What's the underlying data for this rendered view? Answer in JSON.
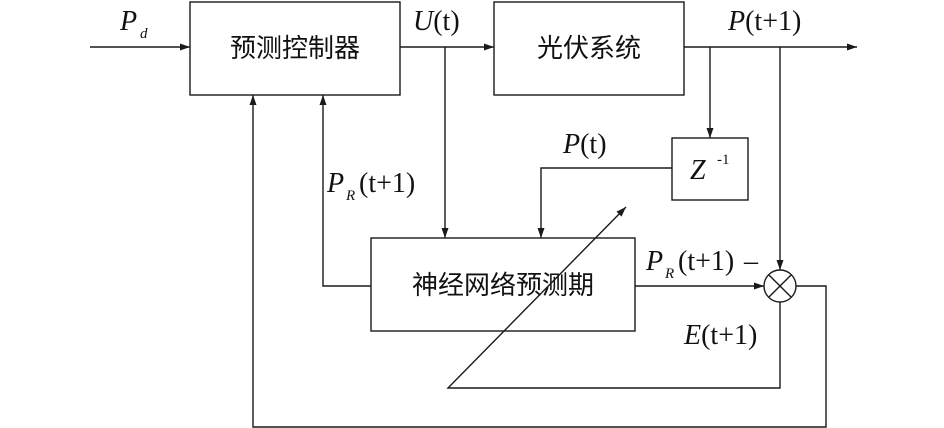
{
  "blocks": {
    "predictive_controller": "预测控制器",
    "pv_system": "光伏系统",
    "neural_predictor": "神经网络预测期",
    "delay": {
      "base": "Z",
      "exponent": "-1"
    }
  },
  "signals": {
    "setpoint": {
      "main": "P",
      "subscript": "d"
    },
    "control": {
      "main": "U",
      "arg": "(t)"
    },
    "output": {
      "main": "P",
      "arg": "(t+1)"
    },
    "delayed": {
      "main": "P",
      "arg": "(t)"
    },
    "prediction_feedback": {
      "main": "P",
      "subscript": "R",
      "arg": "(t+1)"
    },
    "prediction_to_sum": {
      "main": "P",
      "subscript": "R",
      "arg": "(t+1)",
      "sign": "–"
    },
    "error": {
      "main": "E",
      "arg": "(t+1)"
    }
  }
}
